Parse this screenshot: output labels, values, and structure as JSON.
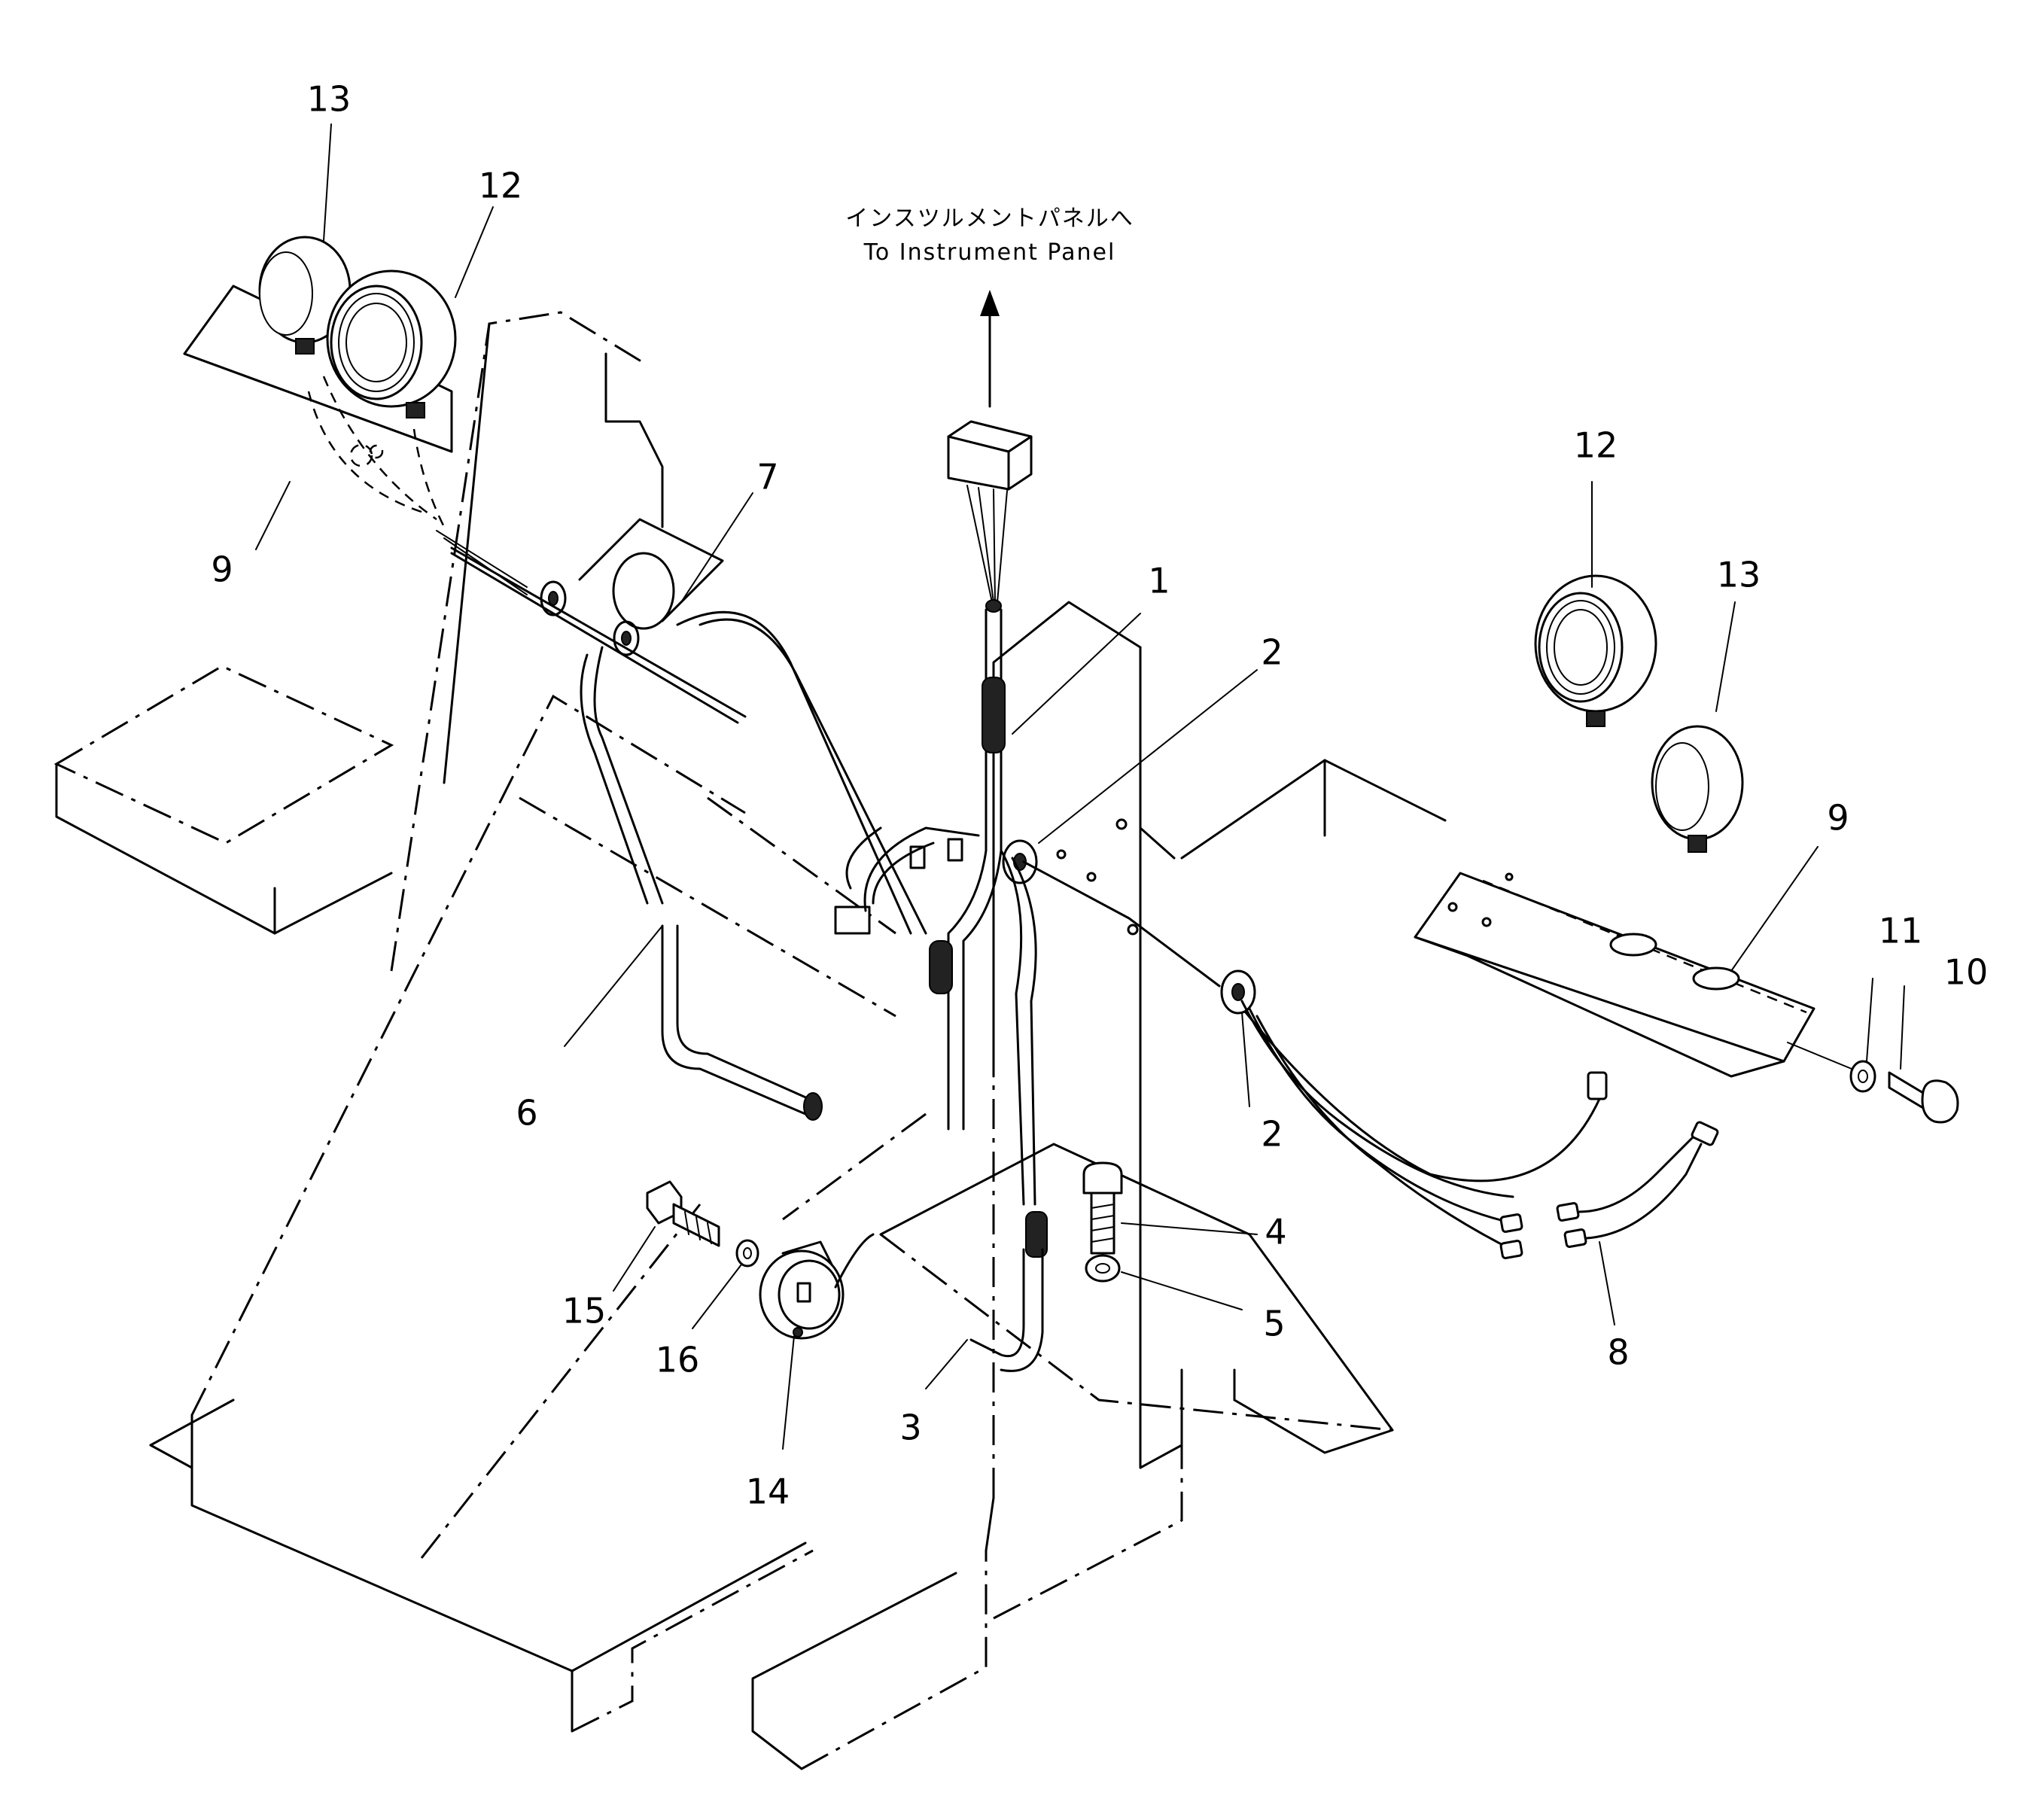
{
  "destination": {
    "label_ja": "インスツルメントパネルへ",
    "label_en": "To Instrument Panel"
  },
  "callouts": [
    {
      "id": "c1",
      "text": "1"
    },
    {
      "id": "c2a",
      "text": "2"
    },
    {
      "id": "c2b",
      "text": "2"
    },
    {
      "id": "c3",
      "text": "3"
    },
    {
      "id": "c4",
      "text": "4"
    },
    {
      "id": "c5",
      "text": "5"
    },
    {
      "id": "c6",
      "text": "6"
    },
    {
      "id": "c7",
      "text": "7"
    },
    {
      "id": "c8",
      "text": "8"
    },
    {
      "id": "c9a",
      "text": "9"
    },
    {
      "id": "c9b",
      "text": "9"
    },
    {
      "id": "c10",
      "text": "10"
    },
    {
      "id": "c11",
      "text": "11"
    },
    {
      "id": "c12a",
      "text": "12"
    },
    {
      "id": "c12b",
      "text": "12"
    },
    {
      "id": "c13a",
      "text": "13"
    },
    {
      "id": "c13b",
      "text": "13"
    },
    {
      "id": "c14",
      "text": "14"
    },
    {
      "id": "c15",
      "text": "15"
    },
    {
      "id": "c16",
      "text": "16"
    }
  ]
}
